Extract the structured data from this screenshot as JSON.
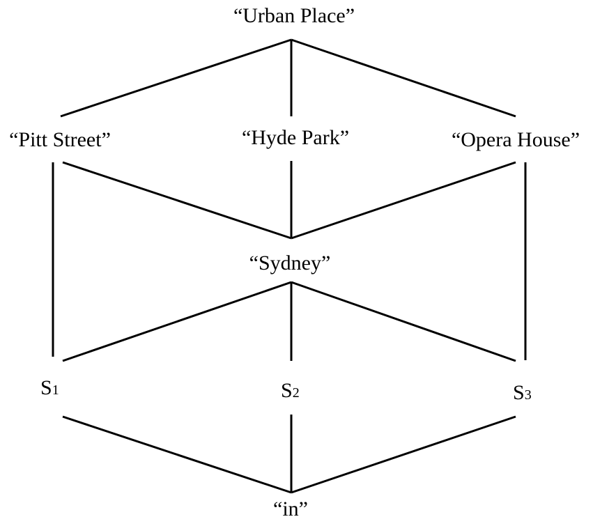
{
  "nodes": {
    "urban_place": {
      "label": "“Urban Place”"
    },
    "pitt_street": {
      "label": "“Pitt Street”"
    },
    "hyde_park": {
      "label": "“Hyde Park”"
    },
    "opera_house": {
      "label": "“Opera House”"
    },
    "sydney": {
      "label": "“Sydney”"
    },
    "s1": {
      "main": "S",
      "sub": "1"
    },
    "s2": {
      "main": "S",
      "sub": "2"
    },
    "s3": {
      "main": "S",
      "sub": "3"
    },
    "in": {
      "label": "“in”"
    }
  },
  "edges": [
    {
      "from": "urban_place",
      "to": "pitt_street"
    },
    {
      "from": "urban_place",
      "to": "hyde_park"
    },
    {
      "from": "urban_place",
      "to": "opera_house"
    },
    {
      "from": "pitt_street",
      "to": "sydney"
    },
    {
      "from": "hyde_park",
      "to": "sydney"
    },
    {
      "from": "opera_house",
      "to": "sydney"
    },
    {
      "from": "pitt_street",
      "to": "s1"
    },
    {
      "from": "opera_house",
      "to": "s3"
    },
    {
      "from": "sydney",
      "to": "s1"
    },
    {
      "from": "sydney",
      "to": "s2"
    },
    {
      "from": "sydney",
      "to": "s3"
    },
    {
      "from": "s1",
      "to": "in"
    },
    {
      "from": "s2",
      "to": "in"
    },
    {
      "from": "s3",
      "to": "in"
    }
  ]
}
